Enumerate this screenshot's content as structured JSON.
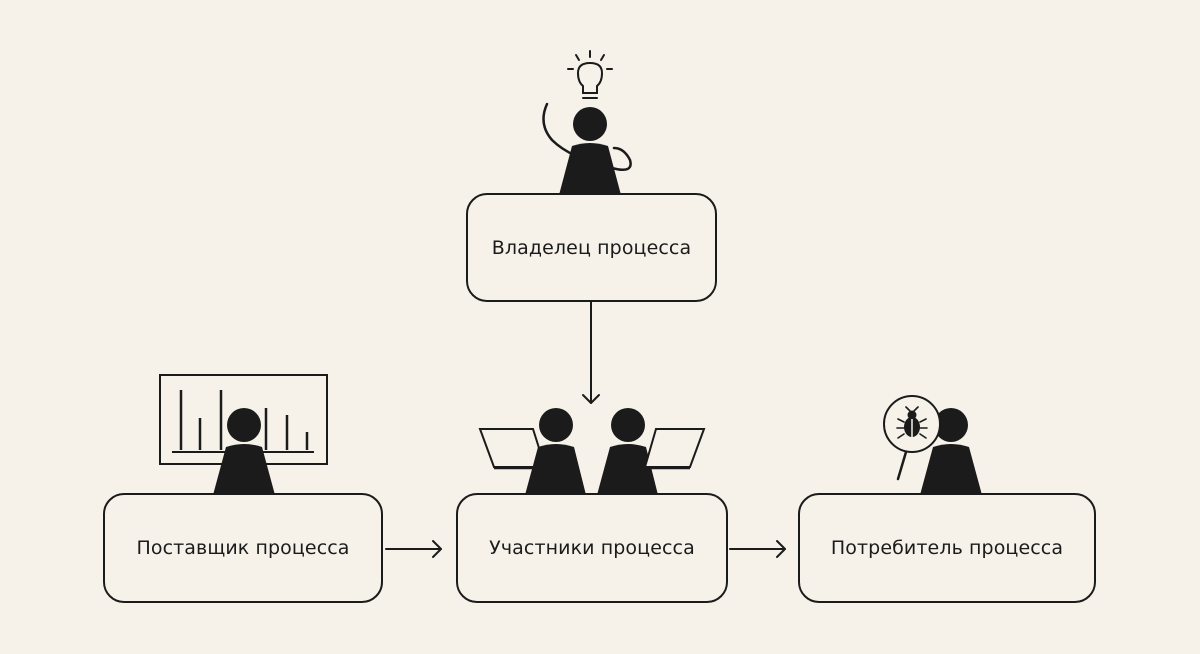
{
  "nodes": {
    "owner": {
      "label": "Владелец процесса"
    },
    "supplier": {
      "label": "Поставщик процесса"
    },
    "participants": {
      "label": "Участники процесса"
    },
    "consumer": {
      "label": "Потребитель процесса"
    }
  },
  "colors": {
    "background": "#f6f2ea",
    "ink": "#1b1b1b",
    "box_fill": "#f6f2ea"
  },
  "icons": [
    "lightbulb-icon",
    "bar-chart-board-icon",
    "laptop-icon",
    "magnifier-bug-icon"
  ]
}
